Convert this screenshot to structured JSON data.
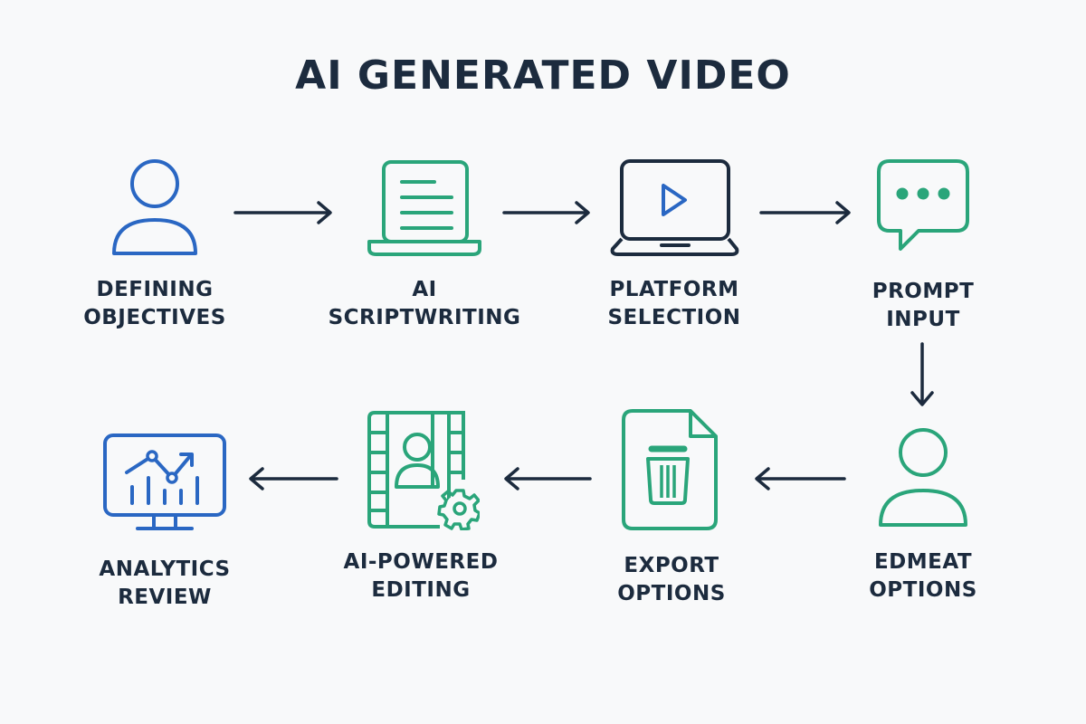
{
  "title": "AI GENERATED VIDEO",
  "colors": {
    "blue": "#2a67c3",
    "green": "#2aa57a",
    "dark": "#1c2b3e",
    "background": "#f8f9fa"
  },
  "steps": [
    {
      "line1": "DEFINING",
      "line2": "OBJECTIVES",
      "icon": "person-icon",
      "color": "blue"
    },
    {
      "line1": "AI",
      "line2": "SCRIPTWRITING",
      "icon": "laptop-document-icon",
      "color": "green"
    },
    {
      "line1": "PLATFORM",
      "line2": "SELECTION",
      "icon": "laptop-play-icon",
      "color": "dark"
    },
    {
      "line1": "PROMPT",
      "line2": "INPUT",
      "icon": "chat-bubble-icon",
      "color": "green"
    },
    {
      "line1": "EDMEAT",
      "line2": "OPTIONS",
      "icon": "person-icon",
      "color": "green"
    },
    {
      "line1": "EXPORT",
      "line2": "OPTIONS",
      "icon": "file-trash-icon",
      "color": "green"
    },
    {
      "line1": "AI-POWERED",
      "line2": "EDITING",
      "icon": "film-gear-icon",
      "color": "green"
    },
    {
      "line1": "ANALYTICS",
      "line2": "REVIEW",
      "icon": "monitor-chart-icon",
      "color": "blue"
    }
  ]
}
